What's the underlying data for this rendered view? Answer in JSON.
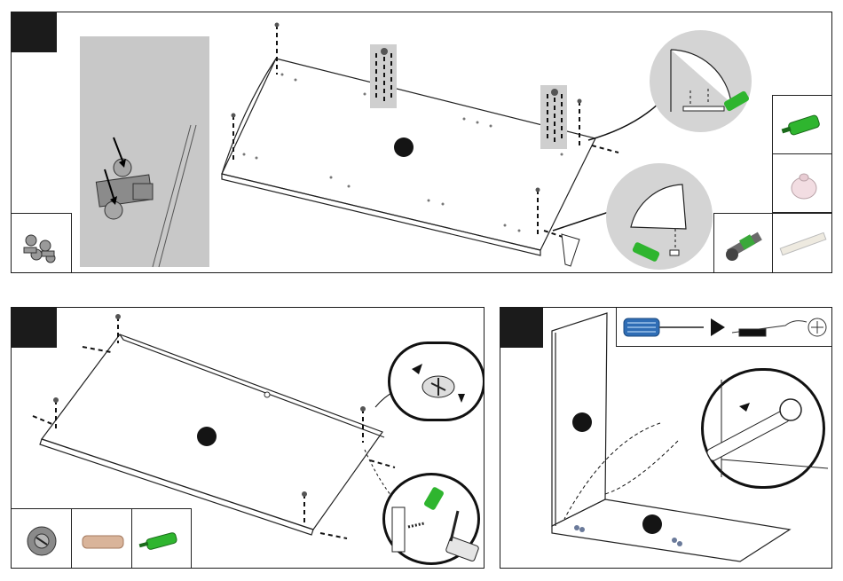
{
  "panels": [
    {
      "id": "top",
      "step_number": ""
    },
    {
      "id": "bottom-left",
      "step_number": ""
    },
    {
      "id": "bottom-right",
      "step_number": ""
    }
  ],
  "parts": {
    "top_left_box": [
      "cam-lock-fittings-icon"
    ],
    "top_right_column": [
      "glue-tube-icon",
      "wood-dowel-cap-icon",
      "wood-dowel-icon"
    ],
    "top_bottom_row": [
      "cam-bolt-green-icon"
    ],
    "bottom_left_row": [
      "cam-lock-icon",
      "wood-dowel-icon",
      "glue-tube-icon"
    ]
  },
  "tools": [
    "screwdriver-icon",
    "hand-screwdriver-icon",
    "clockwise-rotation-icon"
  ],
  "colors": {
    "frame": "#1a1a1a",
    "badge": "#1b1b1b",
    "detail_gray": "#c8c8c8",
    "glue_green": "#2fb52f",
    "screwdriver_blue": "#2f6db5"
  }
}
